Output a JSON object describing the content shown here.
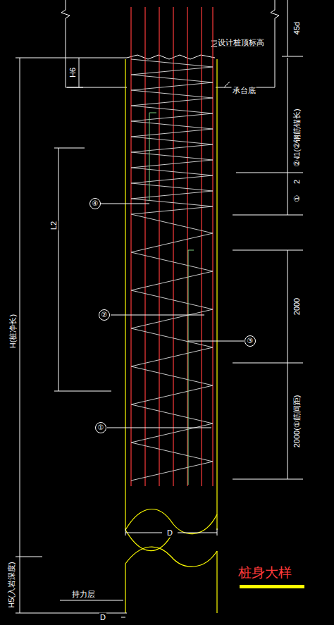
{
  "diagram": {
    "title": "桩身大样",
    "nodes": [
      {
        "text": [
          "④"
        ]
      },
      {
        "text": [
          "②"
        ]
      },
      {
        "text": [
          "③"
        ]
      },
      {
        "text": [
          "①"
        ]
      }
    ],
    "labels": [
      "45d",
      "设计桩顶标高",
      "H6",
      "承台底",
      "LN1(②钢筋锚长)",
      "②",
      "2",
      "①",
      "L2",
      "H(桩净长)",
      "2000",
      "2000(①筋间距)",
      "D",
      "H5(入岩深度)",
      "持力层",
      "D"
    ]
  }
}
